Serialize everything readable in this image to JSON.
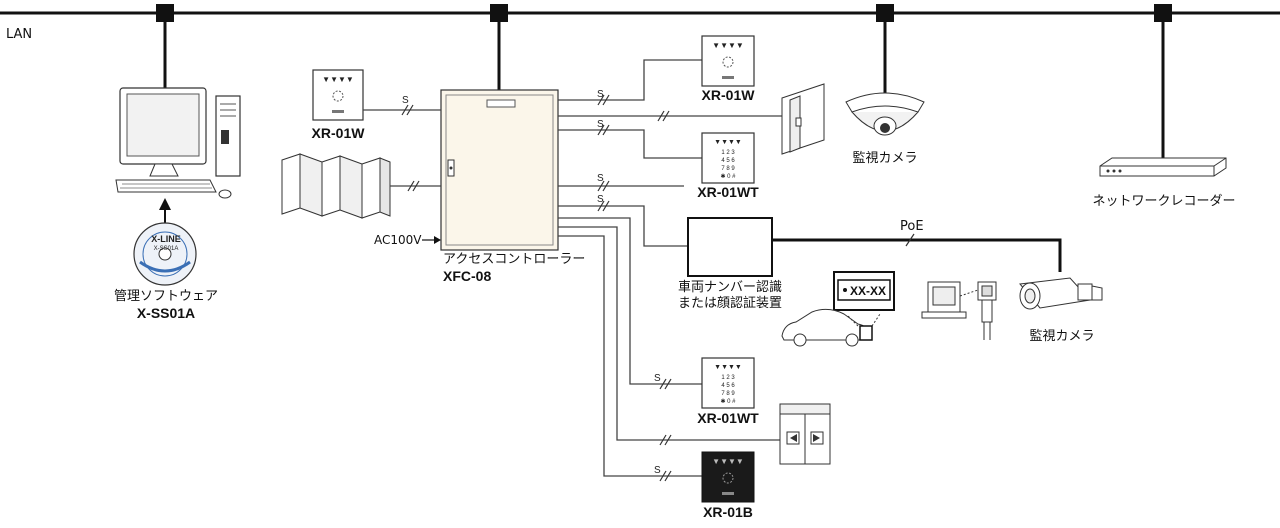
{
  "lan": {
    "label": "LAN"
  },
  "controller": {
    "name": "アクセスコントローラー",
    "model": "XFC-08",
    "power_label": "AC100V"
  },
  "software": {
    "name": "管理ソフトウェア",
    "model": "X-SS01A",
    "disc_brand": "X-LINE",
    "disc_model": "X-SS01A"
  },
  "readers": {
    "left": {
      "model": "XR-01W"
    },
    "top_right": {
      "model": "XR-01W"
    },
    "keypad_top": {
      "model": "XR-01WT"
    },
    "keypad_bottom": {
      "model": "XR-01WT"
    },
    "black": {
      "model": "XR-01B"
    }
  },
  "signal_label": "S",
  "cameras": {
    "dome": "監視カメラ",
    "bullet": "監視カメラ"
  },
  "recorder": {
    "label": "ネットワークレコーダー"
  },
  "recognition": {
    "line1": "車両ナンバー認識",
    "line2": "または顔認証装置",
    "plate": "XX-XX",
    "poe_label": "PoE"
  },
  "colors": {
    "line": "#111111",
    "black_reader": "#1a1a1a",
    "cd_accent": "#3a6fb5"
  }
}
